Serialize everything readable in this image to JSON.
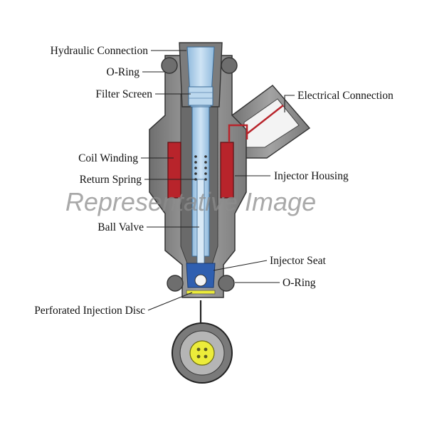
{
  "labels": {
    "hydraulic_connection": "Hydraulic Connection",
    "o_ring_top": "O-Ring",
    "filter_screen": "Filter Screen",
    "electrical_connection": "Electrical Connection",
    "coil_winding": "Coil Winding",
    "return_spring": "Return Spring",
    "injector_housing": "Injector Housing",
    "ball_valve": "Ball Valve",
    "injector_seat": "Injector Seat",
    "o_ring_bottom": "O-Ring",
    "perforated_injection_disc": "Perforated Injection Disc"
  },
  "watermark": "Representative Image",
  "colors": {
    "housing": "#8f8f8f",
    "housing_dark": "#5a5a5a",
    "channel": "#a9cde8",
    "coil": "#b8242b",
    "seat": "#2f5fb0",
    "disc": "#ecec3a",
    "o_ring": "#6e6e6e"
  }
}
